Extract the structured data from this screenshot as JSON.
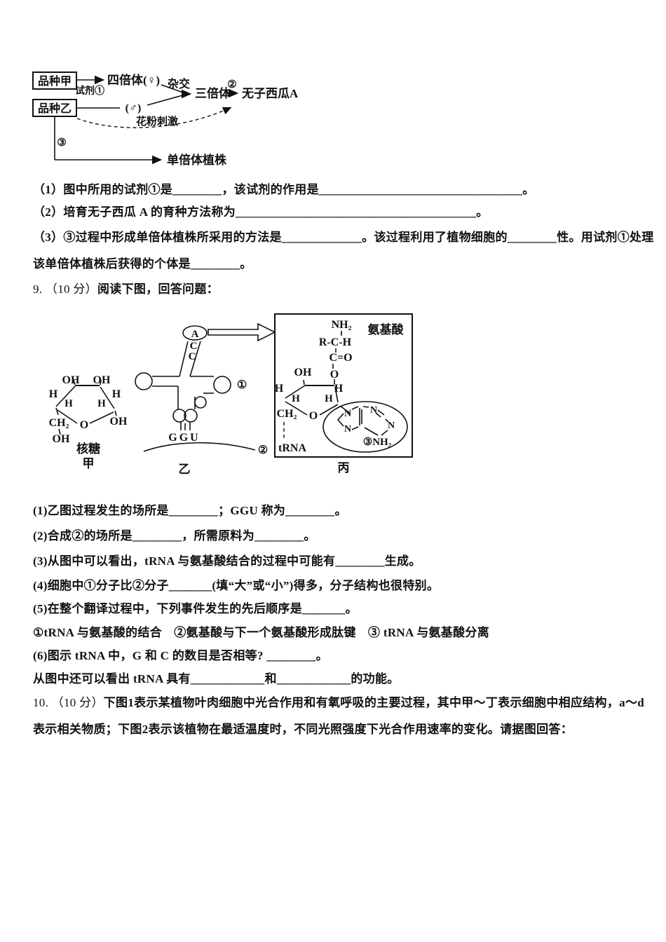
{
  "colors": {
    "ink": "#111111",
    "paper": "#ffffff"
  },
  "fig8": {
    "box_a": "品种甲",
    "box_b": "品种乙",
    "reagent1": "试剂①",
    "tetraploid": "四倍体(♀)",
    "male": "(♂)",
    "hybridize": "杂交",
    "triploid": "三倍体",
    "step2": "②",
    "seedless": "无子西瓜A",
    "pollen": "花粉刺激",
    "step3": "③",
    "haploid": "单倍体植株"
  },
  "section8": {
    "q1": "（1）图中所用的试剂①是________，该试剂的作用是_________________________________。",
    "q2": "（2）培育无子西瓜 A 的育种方法称为_______________________________________。",
    "q3a": "（3）③过程中形成单倍体植株所采用的方法是_____________。该过程利用了植物细胞的________性。用试剂①处理",
    "q3b": "该单倍体植株后获得的个体是________。"
  },
  "section9": {
    "header_num": "9. （10 分）",
    "header_text": "阅读下图，回答问题：",
    "q1": "(1)乙图过程发生的场所是________；GGU 称为________。",
    "q2": "(2)合成②的场所是________，所需原料为________。",
    "q3": "(3)从图中可以看出，tRNA 与氨基酸结合的过程中可能有________生成。",
    "q4": "(4)细胞中①分子比②分子_______(填“大”或“小”)得多，分子结构也很特别。",
    "q5": "(5)在整个翻译过程中，下列事件发生的先后顺序是_______。",
    "events": "①tRNA 与氨基酸的结合　②氨基酸与下一个氨基酸形成肽键　③ tRNA 与氨基酸分离",
    "q6": "(6)图示 tRNA 中，G 和 C 的数目是否相等? ________。",
    "q7": "从图中还可以看出 tRNA 具有____________和____________的功能。"
  },
  "fig9": {
    "jia": {
      "oh1": "OH",
      "oh2": "OH",
      "h1": "H",
      "h2": "H",
      "h3": "H",
      "h4": "H",
      "ch2": "CH₂",
      "o": "O",
      "oh3": "OH",
      "oh4": "OH",
      "caption": "核糖",
      "tag": "甲"
    },
    "yi": {
      "a": "A",
      "c1": "C",
      "c2": "C",
      "ggu": "GGU",
      "mark1": "①",
      "mark2": "②",
      "tag": "乙"
    },
    "bing": {
      "amino": "氨基酸",
      "nh2": "NH₂",
      "rch": "R-C-H",
      "co": "C=O",
      "o": "O",
      "oh": "OH",
      "h1": "H",
      "h2": "H",
      "h3": "H",
      "h4": "H",
      "ch2": "CH₂",
      "o2": "O",
      "trna": "tRNA",
      "na": "N",
      "nb": "N",
      "nc": "N",
      "nd": "N",
      "mark3": "③NH₂",
      "tag": "丙"
    }
  },
  "section10": {
    "header_num": "10. （10 分）",
    "text1": "下图1表示某植物叶肉细胞中光合作用和有氧呼吸的主要过程，其中甲～丁表示细胞中相应结构，a～d",
    "text2": "表示相关物质；下图2表示该植物在最适温度时，不同光照强度下光合作用速率的变化。请据图回答："
  }
}
